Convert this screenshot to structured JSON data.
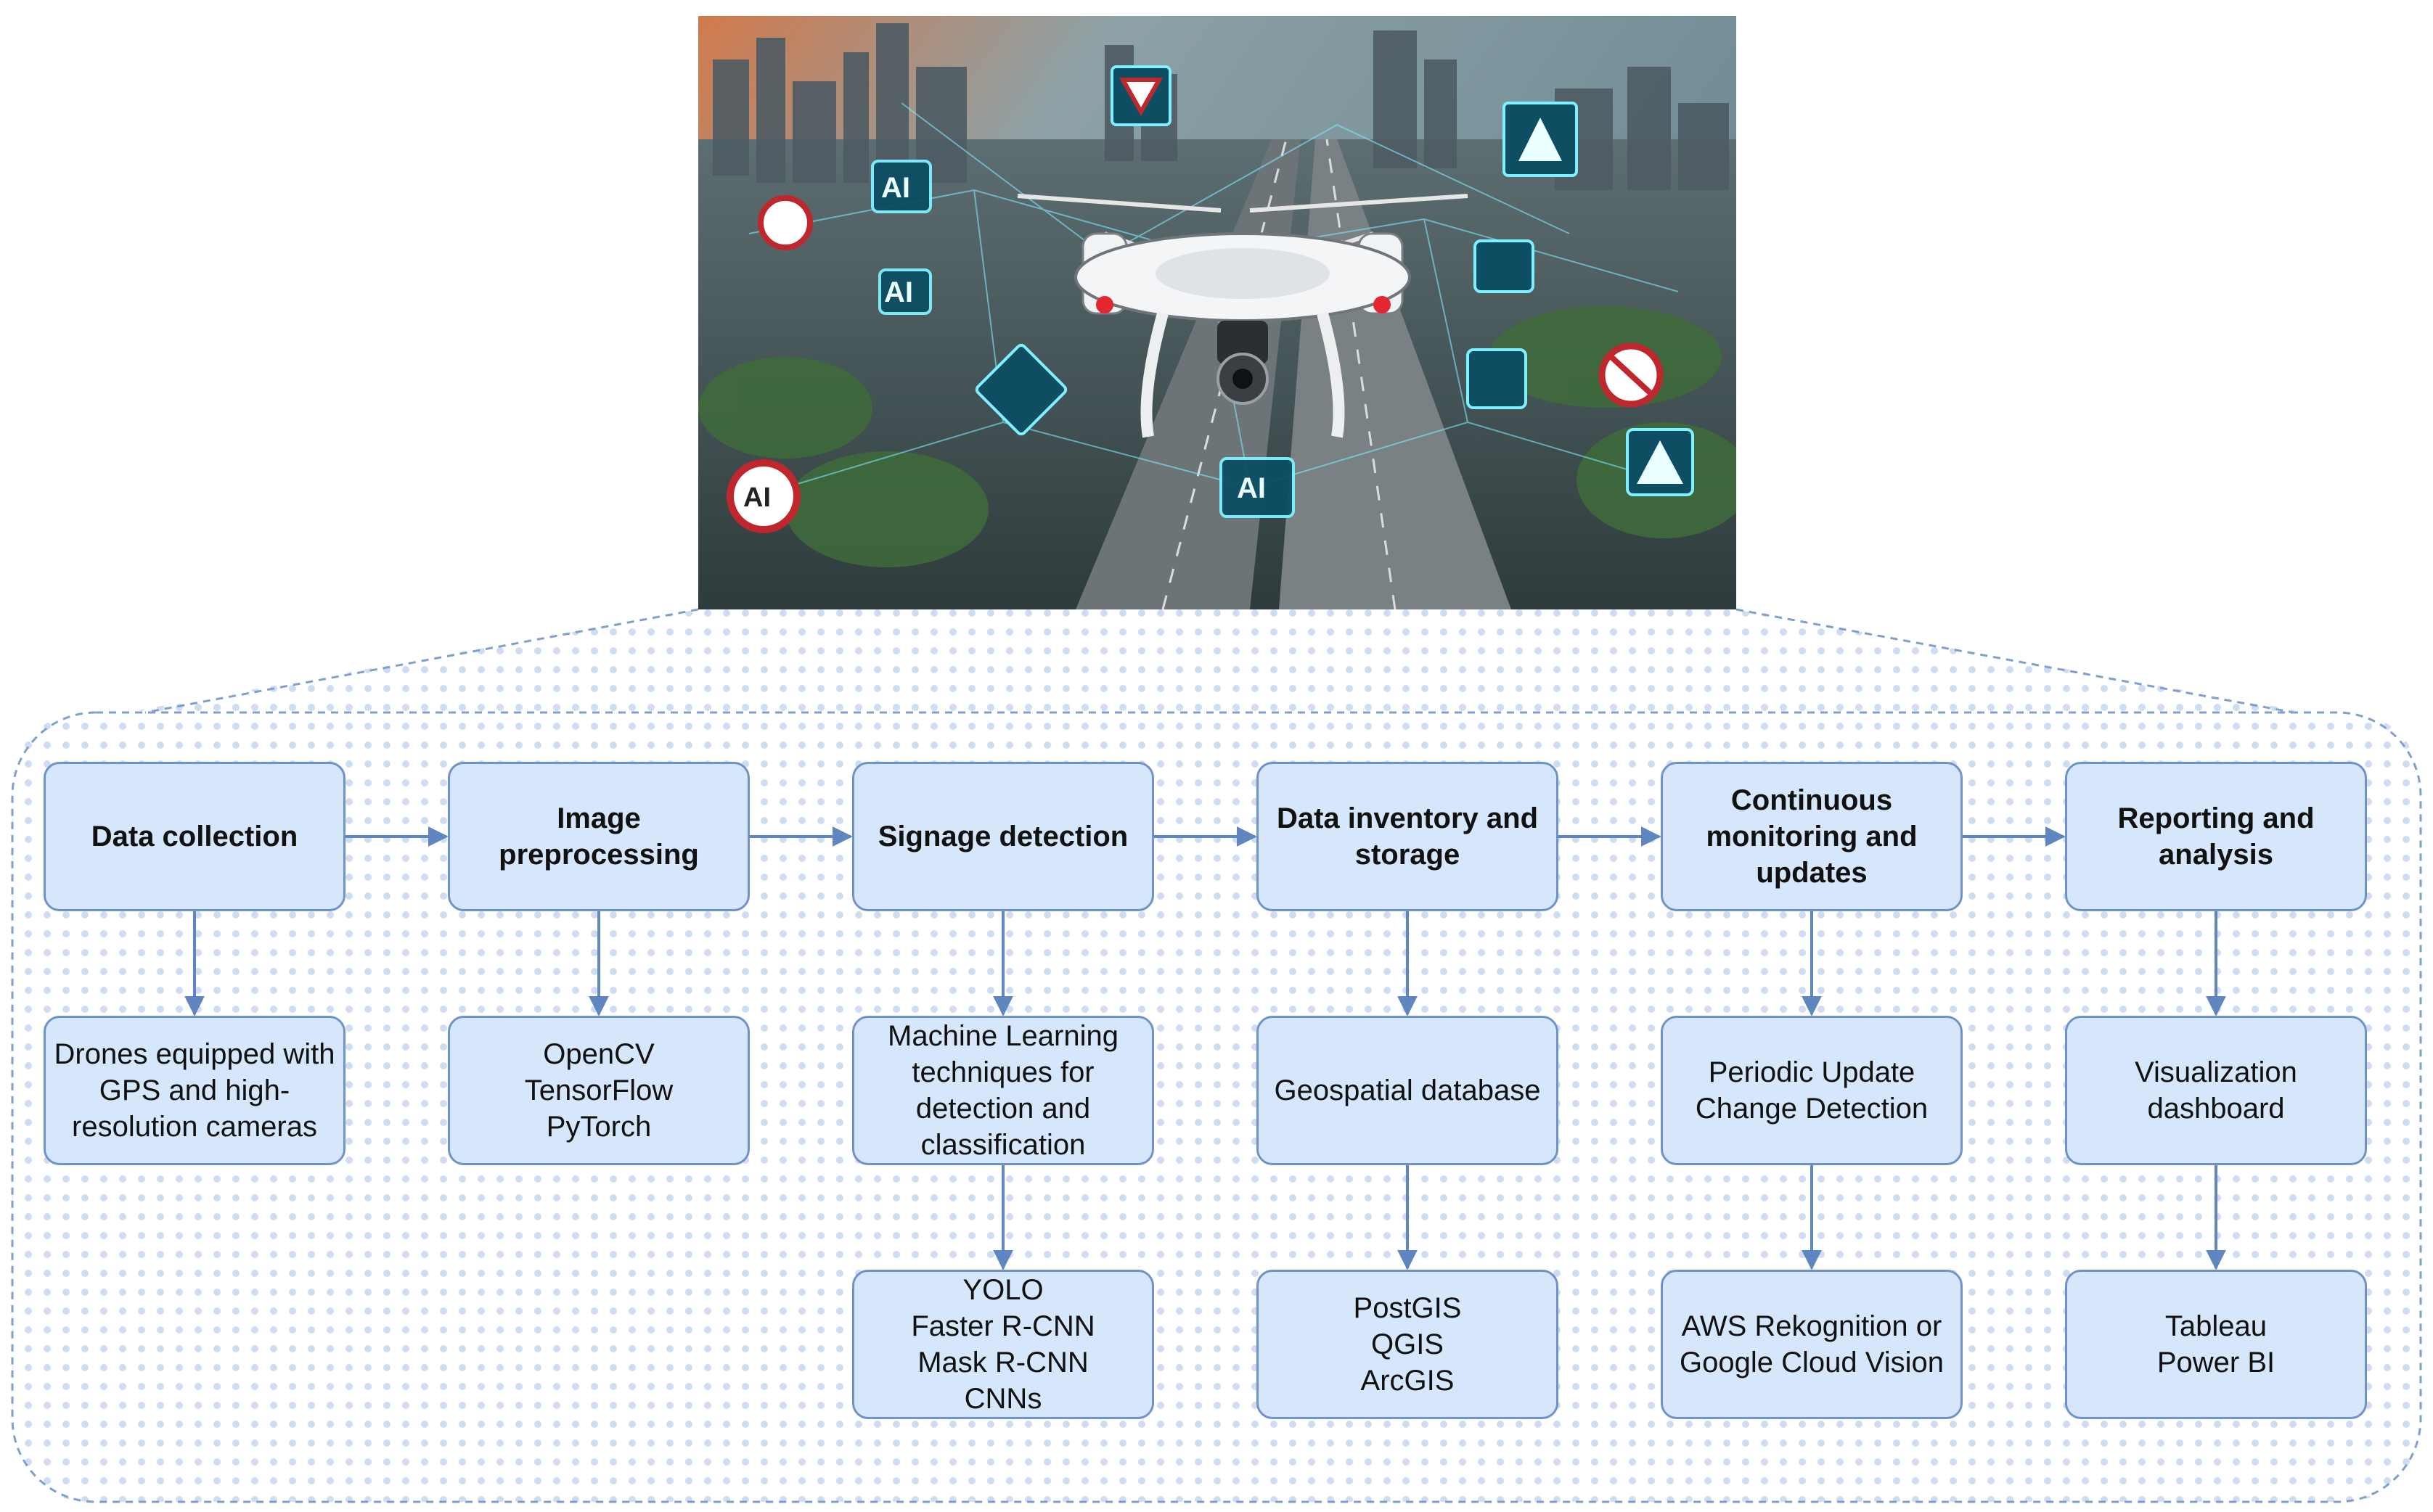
{
  "illustration": {
    "subject": "drone-over-city-highway",
    "overlay_labels": [
      "AI",
      "AI",
      "AI",
      "AI"
    ]
  },
  "colors": {
    "box_fill": "#d6e6fb",
    "box_border": "#6f93c9",
    "arrow": "#5f86c0",
    "frame_border": "#7f9fcf",
    "dot_pattern": "#cfdcf2"
  },
  "pipeline": {
    "stages": [
      {
        "title": "Data collection",
        "details": [
          "Drones equipped with\nGPS and high-\nresolution cameras"
        ]
      },
      {
        "title": "Image\npreprocessing",
        "details": [
          "OpenCV\nTensorFlow\nPyTorch"
        ]
      },
      {
        "title": "Signage detection",
        "details": [
          "Machine Learning\ntechniques for\ndetection and\nclassification",
          "YOLO\nFaster R-CNN\nMask R-CNN\nCNNs"
        ]
      },
      {
        "title": "Data inventory and\nstorage",
        "details": [
          "Geospatial database",
          "PostGIS\nQGIS\nArcGIS"
        ]
      },
      {
        "title": "Continuous\nmonitoring and\nupdates",
        "details": [
          "Periodic Update\nChange Detection",
          "AWS Rekognition or\nGoogle Cloud Vision"
        ]
      },
      {
        "title": "Reporting and\nanalysis",
        "details": [
          "Visualization\ndashboard",
          "Tableau\nPower BI"
        ]
      }
    ]
  }
}
